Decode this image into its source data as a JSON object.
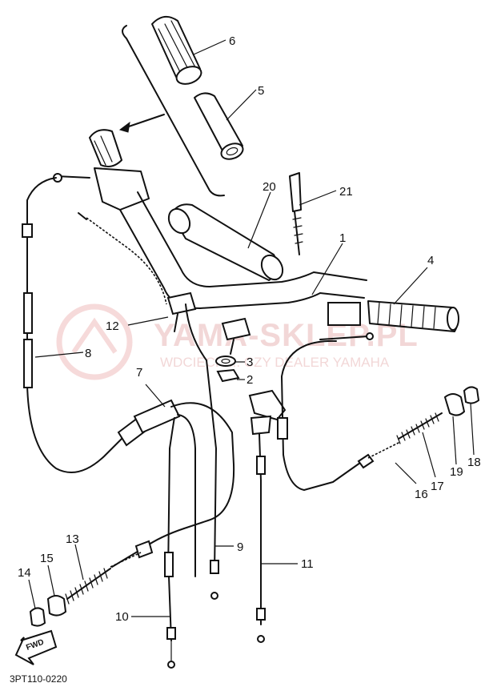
{
  "diagram": {
    "reference_code": "3PT110-0220",
    "direction_arrow": "FWD",
    "watermark": {
      "main": "YAMA-SKLEP.PL",
      "sub": "WDCIECH ... CZY DEALER YAMAHA"
    },
    "part_labels": [
      "1",
      "2",
      "3",
      "4",
      "5",
      "6",
      "7",
      "8",
      "9",
      "10",
      "11",
      "12",
      "13",
      "14",
      "15",
      "16",
      "17",
      "18",
      "19",
      "20",
      "21"
    ]
  }
}
